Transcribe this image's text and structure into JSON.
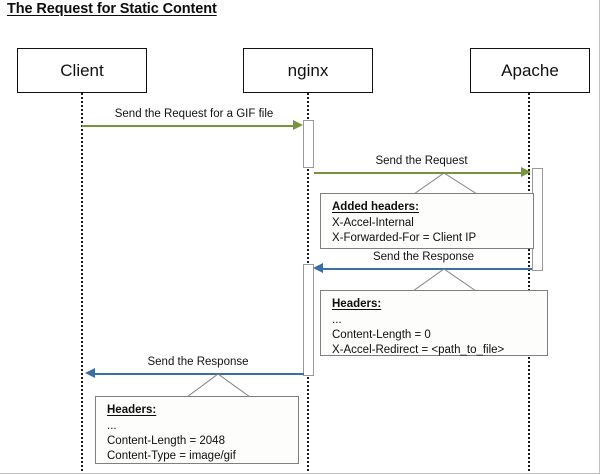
{
  "title": "The Request for Static Content",
  "colors": {
    "request_arrow": "#77933C",
    "response_arrow": "#3A6EA5",
    "box_border": "#111111",
    "lifeline": "#1a1a1a",
    "activation_border": "#9a9a9a",
    "note_border": "#7f7f7f",
    "note_fill": "#fdfdfb",
    "text": "#0d0d0d"
  },
  "participants": [
    {
      "id": "client",
      "label": "Client"
    },
    {
      "id": "nginx",
      "label": "nginx"
    },
    {
      "id": "apache",
      "label": "Apache"
    }
  ],
  "messages": [
    {
      "id": "msg-client-to-nginx",
      "label": "Send the Request for a GIF file",
      "from": "client",
      "to": "nginx",
      "direction": "right",
      "kind": "request"
    },
    {
      "id": "msg-nginx-to-apache",
      "label": "Send the Request",
      "from": "nginx",
      "to": "apache",
      "direction": "right",
      "kind": "request"
    },
    {
      "id": "msg-apache-to-nginx",
      "label": "Send the Response",
      "from": "apache",
      "to": "nginx",
      "direction": "left",
      "kind": "response"
    },
    {
      "id": "msg-nginx-to-client",
      "label": "Send the Response",
      "from": "nginx",
      "to": "client",
      "direction": "left",
      "kind": "response"
    }
  ],
  "notes": [
    {
      "id": "note-added-headers",
      "title": "Added headers:",
      "lines": [
        "X-Accel-Internal",
        "X-Forwarded-For  = Client IP"
      ]
    },
    {
      "id": "note-response-headers-apache",
      "title": "Headers:",
      "lines": [
        "...",
        "Content-Length  = 0",
        "X-Accel-Redirect = <path_to_file>"
      ]
    },
    {
      "id": "note-response-headers-client",
      "title": "Headers:",
      "lines": [
        "...",
        "Content-Length  = 2048",
        "Content-Type  = image/gif"
      ]
    }
  ]
}
